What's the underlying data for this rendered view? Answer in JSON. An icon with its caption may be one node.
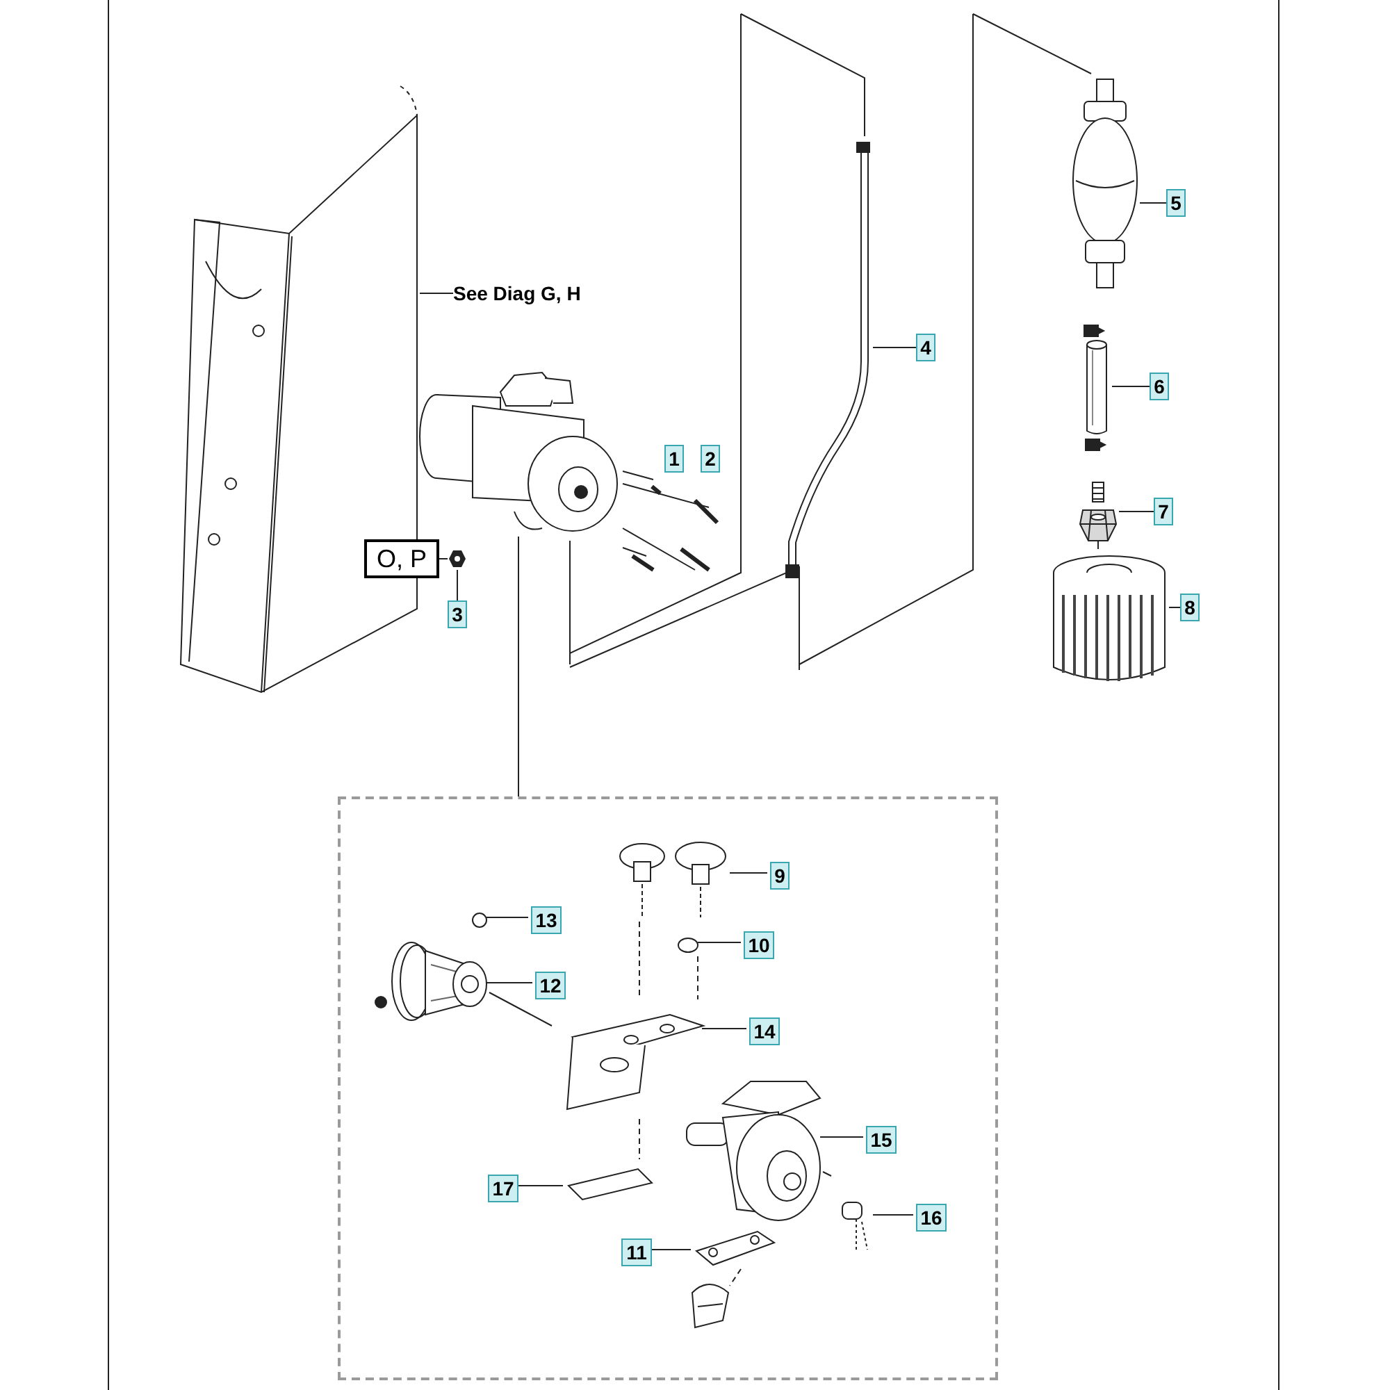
{
  "diagram": {
    "nodes": [
      {
        "text": [
          "See Diag G, H"
        ]
      },
      {
        "text": [],
        "shape": "picture"
      },
      {
        "text": [
          "O, P"
        ]
      },
      {
        "text": [
          "1"
        ]
      },
      {
        "text": [
          "2"
        ]
      },
      {
        "text": [
          "3"
        ]
      },
      {
        "text": [],
        "shape": "picture"
      },
      {
        "text": [],
        "shape": "picture"
      },
      {
        "text": [
          "4"
        ]
      },
      {
        "text": [],
        "shape": "picture"
      },
      {
        "text": [
          "5"
        ]
      },
      {
        "text": [],
        "shape": "picture"
      },
      {
        "text": [
          "6"
        ]
      },
      {
        "text": [],
        "shape": "picture"
      },
      {
        "text": [
          "7"
        ]
      },
      {
        "text": [],
        "shape": "picture"
      },
      {
        "text": [
          "8"
        ]
      },
      {
        "text": [],
        "shape": "picture"
      },
      {
        "text": [],
        "shape": "box"
      },
      {
        "text": [
          "9"
        ],
        "in": 18
      },
      {
        "text": [],
        "shape": "picture",
        "in": 18
      },
      {
        "text": [
          "10"
        ],
        "in": 18
      },
      {
        "text": [],
        "shape": "picture",
        "in": 18
      },
      {
        "text": [
          "13"
        ],
        "in": 18
      },
      {
        "text": [],
        "shape": "picture",
        "in": 18
      },
      {
        "text": [
          "12"
        ],
        "in": 18
      },
      {
        "text": [],
        "shape": "picture",
        "in": 18
      },
      {
        "text": [
          "14"
        ],
        "in": 18
      },
      {
        "text": [],
        "shape": "picture",
        "in": 18
      },
      {
        "text": [
          "15"
        ],
        "in": 18
      },
      {
        "text": [],
        "shape": "picture",
        "in": 18
      },
      {
        "text": [
          "17"
        ],
        "in": 18
      },
      {
        "text": [],
        "shape": "picture",
        "in": 18
      },
      {
        "text": [
          "16"
        ],
        "in": 18
      },
      {
        "text": [],
        "shape": "picture",
        "in": 18
      },
      {
        "text": [
          "11"
        ],
        "in": 18
      },
      {
        "text": [],
        "shape": "picture",
        "in": 18
      }
    ],
    "edges": [
      {
        "from": 0,
        "to": 1,
        "arrow": "none"
      },
      {
        "from": 2,
        "to": 6,
        "arrow": "none"
      },
      {
        "from": 5,
        "to": 6,
        "arrow": "none"
      },
      {
        "from": 7,
        "to": 18,
        "arrow": "none"
      },
      {
        "from": 8,
        "to": 9,
        "arrow": "none"
      },
      {
        "from": 10,
        "to": 11,
        "arrow": "none"
      },
      {
        "from": 12,
        "to": 13,
        "arrow": "none"
      },
      {
        "from": 14,
        "to": 15,
        "arrow": "none"
      },
      {
        "from": 16,
        "to": 17,
        "arrow": "none"
      },
      {
        "from": 19,
        "to": 20,
        "arrow": "none"
      },
      {
        "from": 21,
        "to": 22,
        "arrow": "none"
      },
      {
        "from": 23,
        "to": 24,
        "arrow": "none"
      },
      {
        "from": 25,
        "to": 26,
        "arrow": "none"
      },
      {
        "from": 27,
        "to": 28,
        "arrow": "none"
      },
      {
        "from": 29,
        "to": 30,
        "arrow": "none"
      },
      {
        "from": 31,
        "to": 32,
        "arrow": "none"
      },
      {
        "from": 33,
        "to": 34,
        "arrow": "none"
      },
      {
        "from": 35,
        "to": 36,
        "arrow": "none"
      }
    ]
  }
}
